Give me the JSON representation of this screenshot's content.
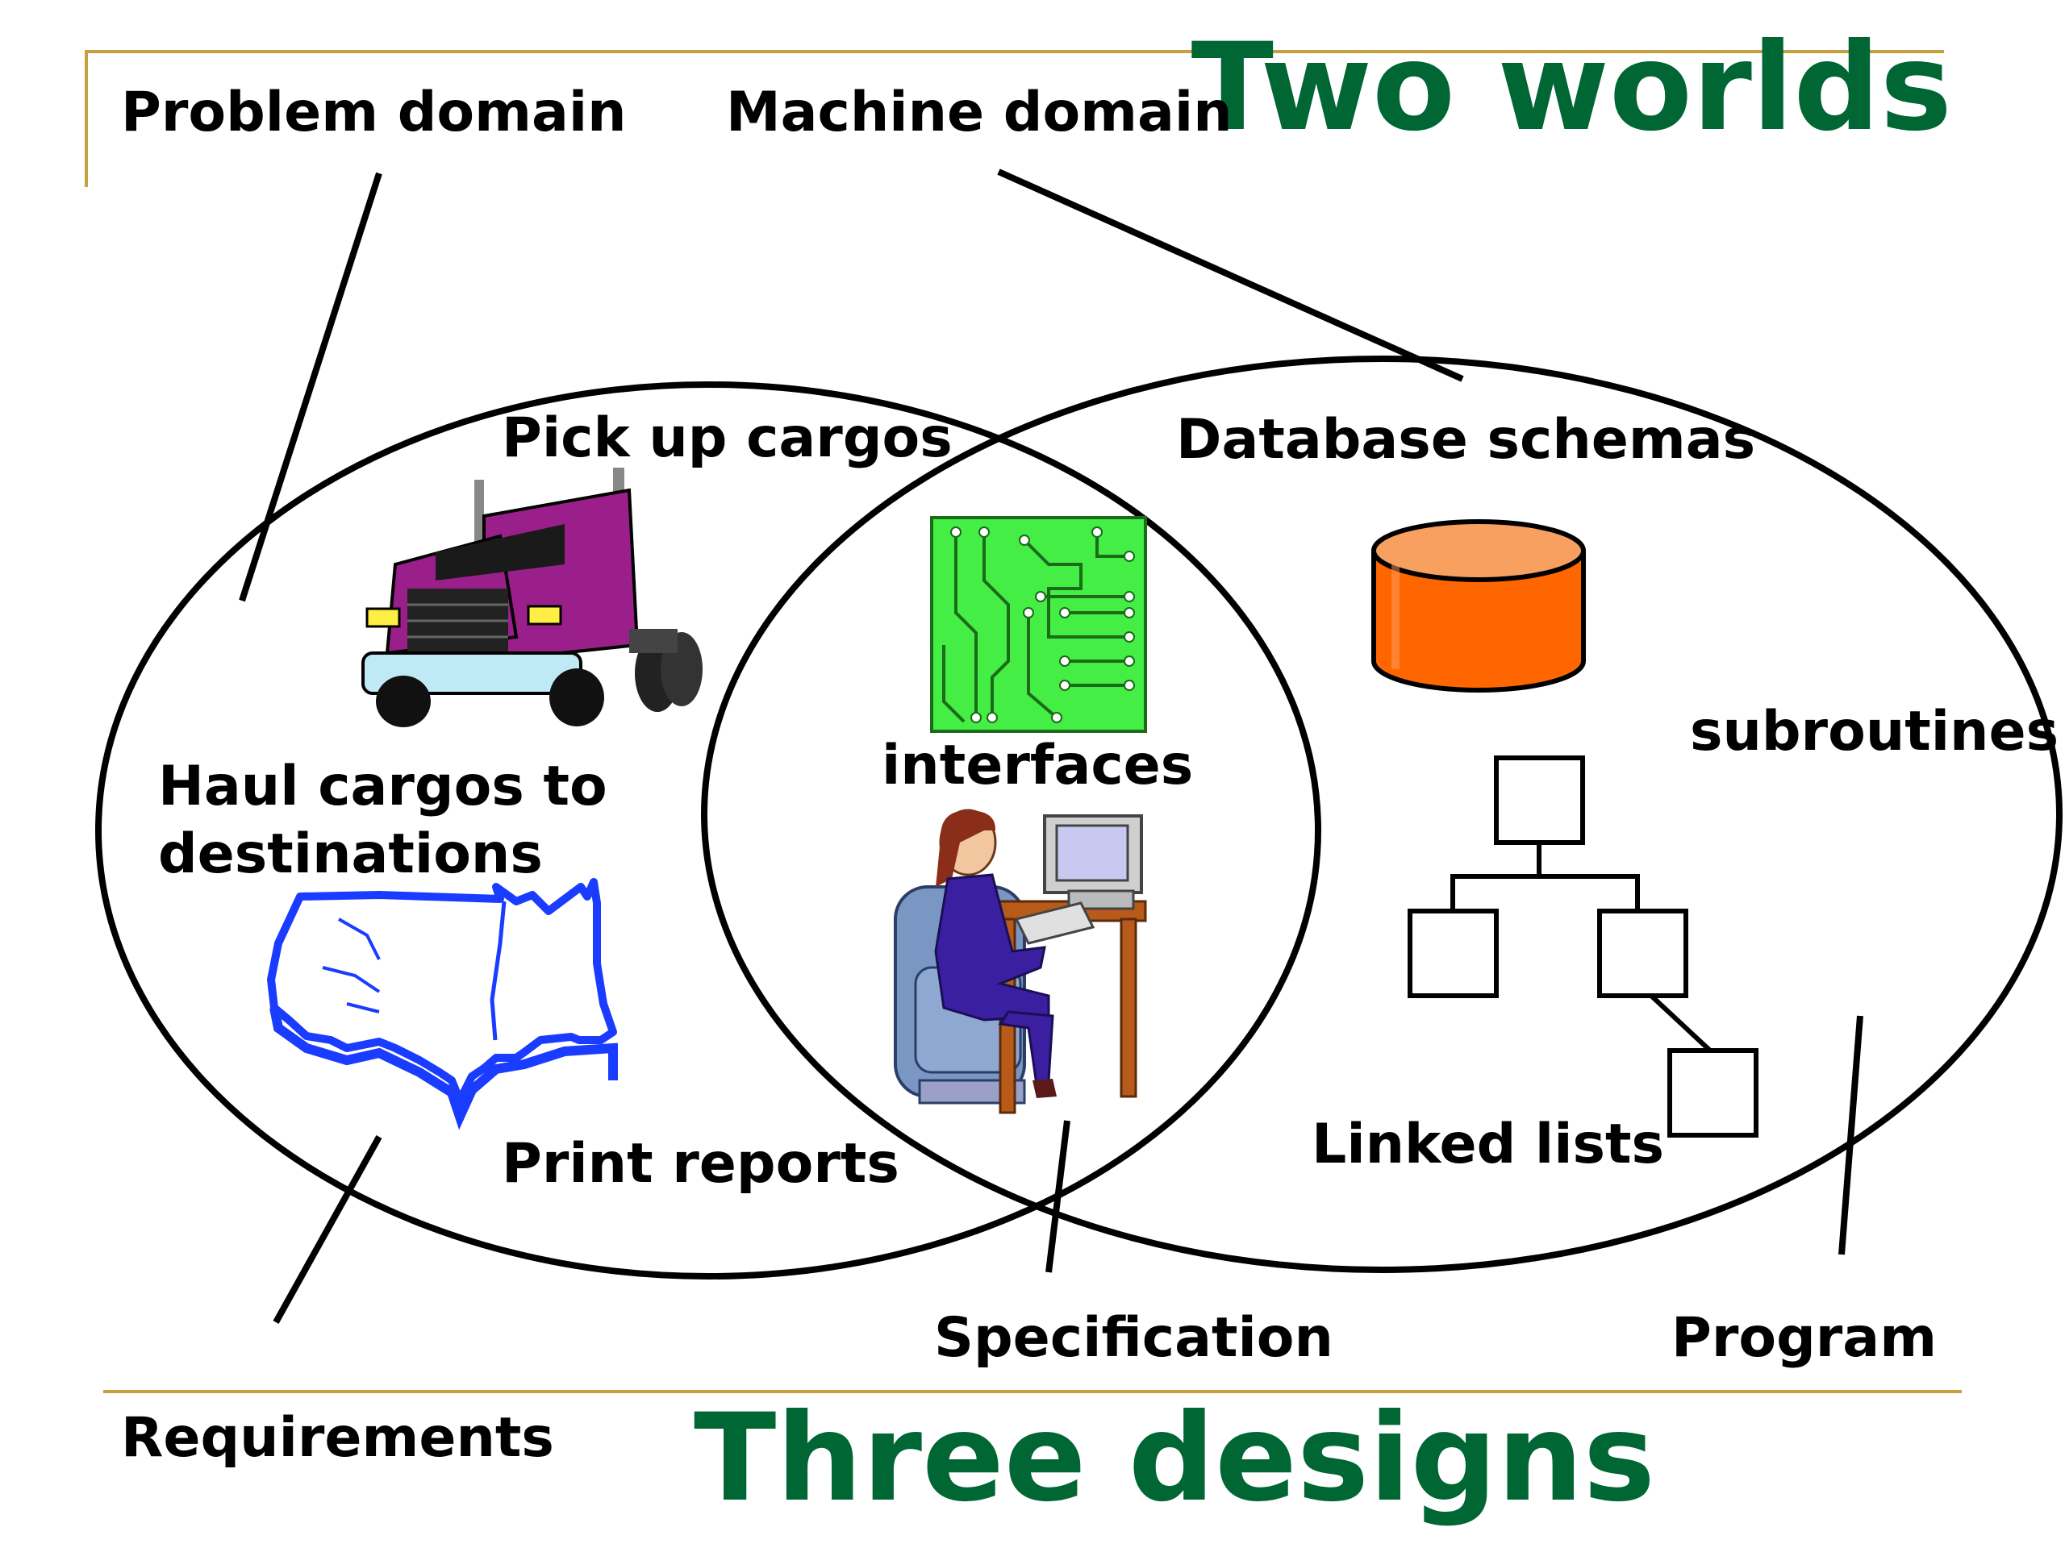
{
  "titles": {
    "top": "Two worlds",
    "bottom": "Three designs"
  },
  "domains": {
    "problem": "Problem domain",
    "machine": "Machine domain"
  },
  "designs": {
    "requirements": "Requirements",
    "specification": "Specification",
    "program": "Program"
  },
  "left_circle": {
    "pick_up": "Pick up cargos",
    "haul_line1": "Haul cargos to",
    "haul_line2": "destinations",
    "print": "Print reports"
  },
  "overlap": {
    "interfaces": "interfaces"
  },
  "right_circle": {
    "database": "Database schemas",
    "subroutines": "subroutines",
    "linked": "Linked lists"
  },
  "icons": [
    "truck-icon",
    "usa-map-icon",
    "circuit-board-icon",
    "computer-user-icon",
    "database-cylinder-icon",
    "tree-diagram-icon"
  ],
  "colors": {
    "title_green": "#006633",
    "rule_gold": "#c8a040",
    "truck": "#9b1f8a",
    "map": "#1a3cff",
    "circuit": "#44ee44",
    "database": "#ff6600"
  }
}
